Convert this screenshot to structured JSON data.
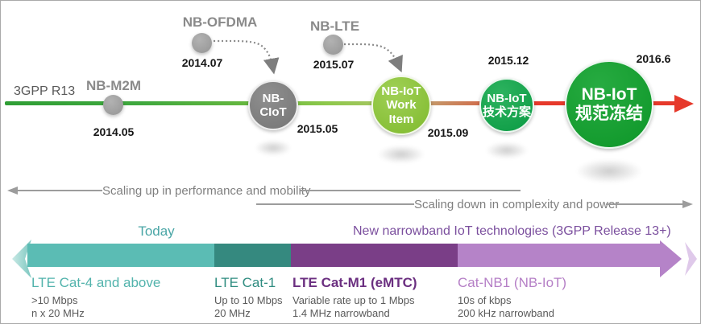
{
  "timeline": {
    "era_label": "3GPP R13",
    "proposals": [
      {
        "name": "NB-M2M",
        "date": "2014.05"
      },
      {
        "name": "NB-OFDMA",
        "date": "2014.07"
      },
      {
        "name": "NB-LTE",
        "date": "2015.07"
      }
    ],
    "milestones": [
      {
        "line1": "NB-CIoT",
        "line2": "",
        "date": "2015.05"
      },
      {
        "line1": "NB-IoT",
        "line2": "Work Item",
        "date": "2015.09"
      },
      {
        "line1": "NB-IoT",
        "line2": "技术方案",
        "date": "2015.12"
      },
      {
        "line1": "NB-IoT",
        "line2": "规范冻结",
        "date": "2016.6"
      }
    ]
  },
  "scaling": {
    "up_label": "Scaling up in performance and mobility",
    "down_label": "Scaling down in complexity and power"
  },
  "spectrum": {
    "today_label": "Today",
    "new_label": "New narrowband IoT technologies (3GPP Release 13+)",
    "categories": [
      {
        "name": "LTE Cat-4 and above",
        "rate": ">10 Mbps",
        "bandwidth": "n x 20 MHz",
        "color": "#5bbcb4"
      },
      {
        "name": "LTE Cat-1",
        "rate": "Up to 10 Mbps",
        "bandwidth": "20 MHz",
        "color": "#35897f"
      },
      {
        "name": "LTE Cat-M1 (eMTC)",
        "rate": "Variable rate up to 1 Mbps",
        "bandwidth": "1.4 MHz narrowband",
        "color": "#7a3e87"
      },
      {
        "name": "Cat-NB1 (NB-IoT)",
        "rate": "10s of kbps",
        "bandwidth": "200 kHz narrowband",
        "color": "#b583c8"
      }
    ]
  },
  "colors": {
    "timeline_green": "#3fa83e",
    "timeline_light_green": "#8ec84b",
    "timeline_tan": "#c49a6b",
    "timeline_red": "#e6392b",
    "gray_circle": "#9c9c9c",
    "ciot_circle": "#7d7d7d",
    "workitem_circle": "#8cc63f",
    "tech_circle": "#0fa34c",
    "freeze_circle": "#14a02f",
    "teal": "#5bbcb4",
    "dark_teal": "#35897f",
    "purple": "#7a3e87",
    "light_purple": "#b583c8"
  }
}
